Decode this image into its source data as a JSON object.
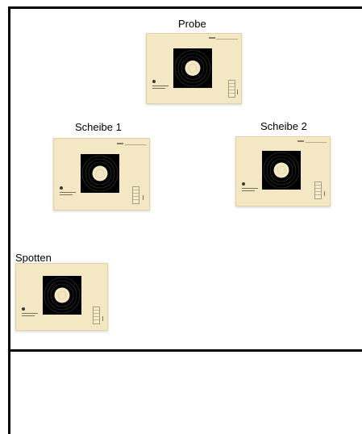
{
  "targets": {
    "probe": {
      "label": "Probe"
    },
    "scheibe1": {
      "label": "Scheibe 1"
    },
    "scheibe2": {
      "label": "Scheibe 2"
    },
    "spotten": {
      "label": "Spotten"
    }
  },
  "colors": {
    "card": "#f3e7c4",
    "square": "#000000",
    "bullseye": "#f3e7c4",
    "frame": "#000000"
  }
}
